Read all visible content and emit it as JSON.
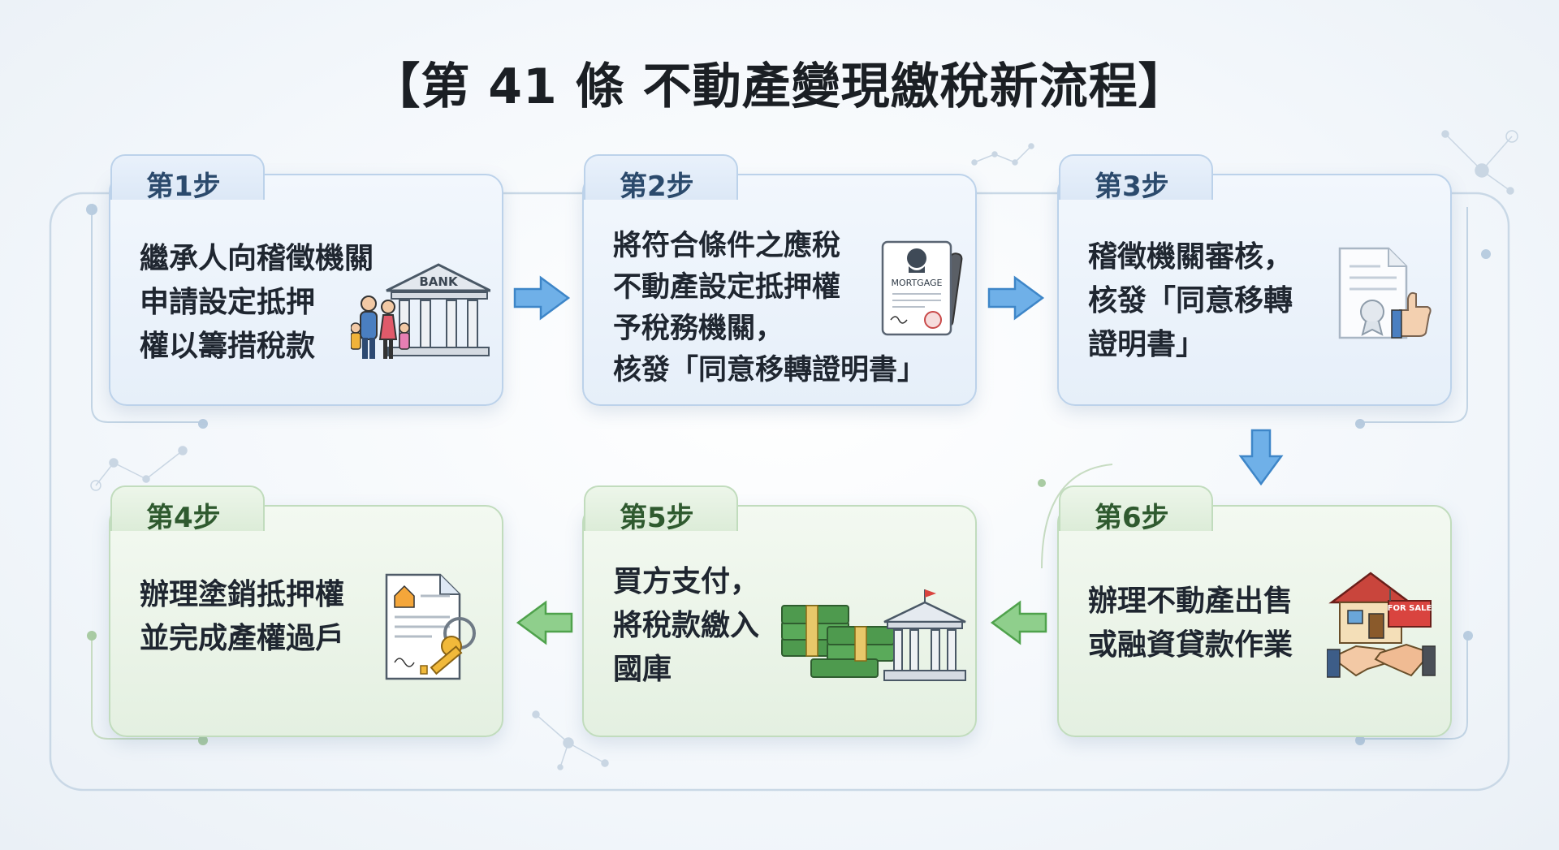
{
  "title": "【第 41 條 不動產變現繳稅新流程】",
  "steps": [
    {
      "label": "第1步",
      "lines": [
        "繼承人向稽徵機關",
        "申請設定抵押",
        "權以籌措稅款"
      ],
      "icon": "bank-family-icon",
      "icon_text": "BANK"
    },
    {
      "label": "第2步",
      "lines": [
        "將符合條件之應稅",
        "不動產設定抵押權",
        "予稅務機關，",
        "核發「同意移轉證明書」"
      ],
      "icon": "mortgage-document-icon",
      "icon_text": "MORTGAGE"
    },
    {
      "label": "第3步",
      "lines": [
        "稽徵機關審核，",
        "核發「同意移轉",
        "證明書」"
      ],
      "icon": "certificate-approval-icon"
    },
    {
      "label": "第4步",
      "lines": [
        "辦理塗銷抵押權",
        "並完成產權過戶"
      ],
      "icon": "deed-key-icon"
    },
    {
      "label": "第5步",
      "lines": [
        "買方支付，",
        "將稅款繳入",
        "國庫"
      ],
      "icon": "money-treasury-icon"
    },
    {
      "label": "第6步",
      "lines": [
        "辦理不動產出售",
        "或融資貸款作業"
      ],
      "icon": "house-sale-handshake-icon",
      "icon_text": "FOR SALE"
    }
  ],
  "colors": {
    "blue_accent": "#4a90d9",
    "green_accent": "#5aa85a",
    "card_blue": "#e6eff9",
    "card_green": "#e4f0e1"
  }
}
